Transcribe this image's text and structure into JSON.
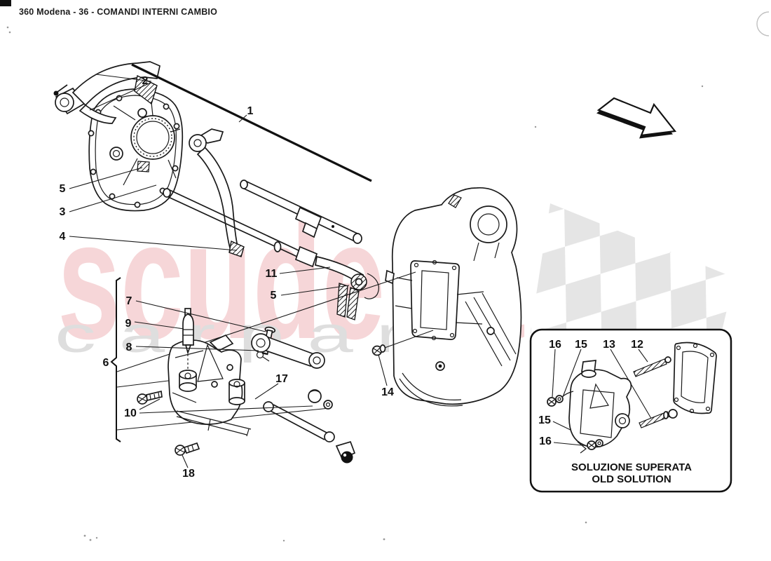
{
  "header": {
    "title": "360 Modena - 36 - COMANDI INTERNI CAMBIO",
    "color": "#1d1d1d"
  },
  "watermark": {
    "brand": "scuderia",
    "subtext": "c a r p a r t s",
    "brand_color": "#f6d6d8",
    "subtext_color": "#dedede",
    "flag_color": "#e4e4e4"
  },
  "arrow": {
    "meaning": "direction-arrow"
  },
  "callouts": {
    "c1": "1",
    "c2": "2",
    "c3": "3",
    "c4": "4",
    "c5a": "5",
    "c5b": "5",
    "c6": "6",
    "c7": "7",
    "c8": "8",
    "c9": "9",
    "c10": "10",
    "c11": "11",
    "c14": "14",
    "c17": "17",
    "c18": "18"
  },
  "inset": {
    "caption_line1": "SOLUZIONE SUPERATA",
    "caption_line2": "OLD SOLUTION",
    "callouts": {
      "i16a": "16",
      "i15a": "15",
      "i13": "13",
      "i12": "12",
      "i15b": "15",
      "i16b": "16"
    }
  }
}
